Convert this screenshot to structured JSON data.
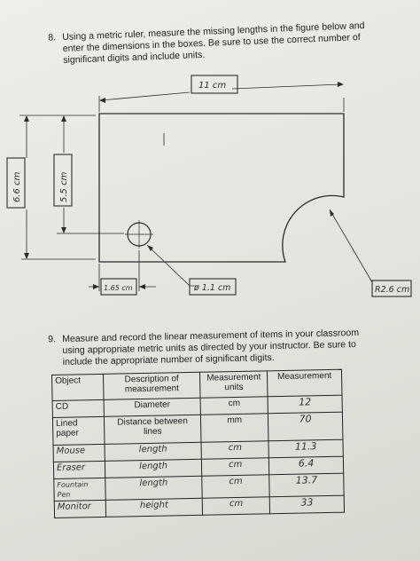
{
  "q8": {
    "number": "8.",
    "text": "Using a metric ruler, measure the missing lengths in the figure below and enter the dimensions in the boxes. Be sure to use the correct number of significant digits and include units."
  },
  "figure": {
    "top_width": "11 cm",
    "left_height": "6.6 cm",
    "inner_height": "5.5 cm",
    "hole_offset": "1.65 cm",
    "hole_diameter": "ø 1.1 cm",
    "arc_radius": "R2.6 cm"
  },
  "q9": {
    "number": "9.",
    "text": "Measure and record the linear measurement of items in your classroom using appropriate metric units as directed by your instructor. Be sure to include the appropriate number of significant digits."
  },
  "table": {
    "headers": [
      "Object",
      "Description of measurement",
      "Measurement units",
      "Measurement"
    ],
    "rows": [
      {
        "object": "CD",
        "description": "Diameter",
        "units": "cm",
        "measurement": "12"
      },
      {
        "object": "Lined paper",
        "description": "Distance between lines",
        "units": "mm",
        "measurement": "70"
      },
      {
        "object": "Mouse",
        "description": "length",
        "units": "cm",
        "measurement": "11.3"
      },
      {
        "object": "Eraser",
        "description": "length",
        "units": "cm",
        "measurement": "6.4"
      },
      {
        "object": "Fountain Pen",
        "description": "length",
        "units": "cm",
        "measurement": "13.7"
      },
      {
        "object": "Monitor",
        "description": "height",
        "units": "cm",
        "measurement": "33"
      }
    ]
  }
}
